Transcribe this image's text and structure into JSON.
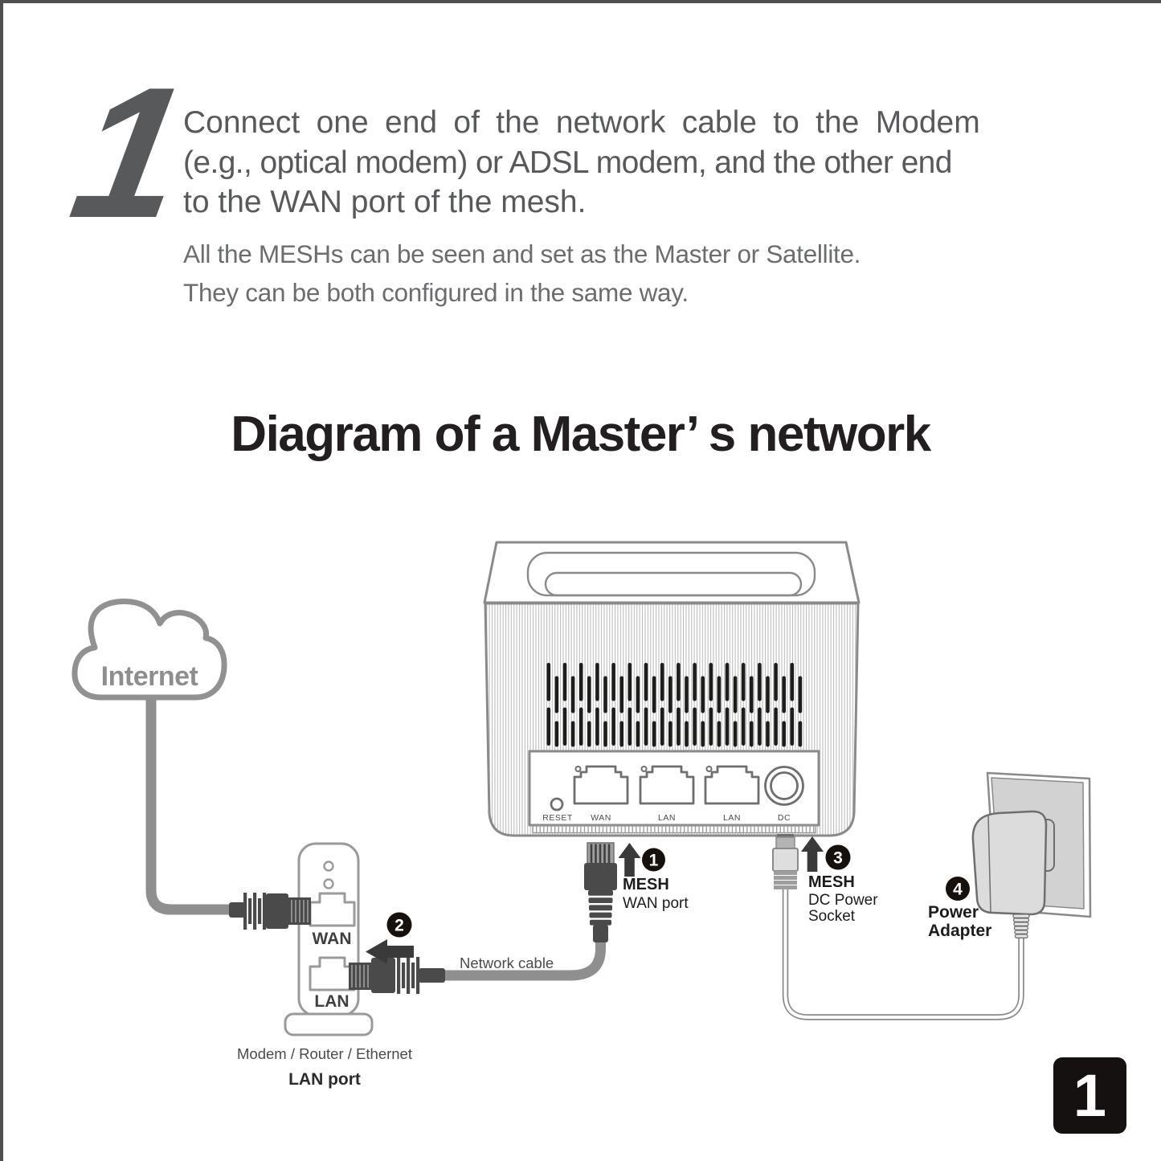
{
  "header": {
    "step_number": "1",
    "instruction_lines": [
      "Connect one end of the network cable to the Modem",
      "(e.g., optical modem) or ADSL modem, and the other end",
      "to the WAN port of the mesh."
    ],
    "note_lines": [
      "All the MESHs can be seen and set as the Master or Satellite.",
      "They can be both configured in the same way."
    ]
  },
  "title": "Diagram of a Master’ s network",
  "diagram": {
    "internet_label": "Internet",
    "network_cable_label": "Network cable",
    "modem": {
      "wan": "WAN",
      "lan": "LAN",
      "caption": "Modem / Router / Ethernet",
      "caption_bold": "LAN port"
    },
    "router": {
      "reset": "RESET",
      "wan": "WAN",
      "lan1": "LAN",
      "lan2": "LAN",
      "dc": "DC"
    },
    "callout1": {
      "num": "1",
      "line1": "MESH",
      "line2": "WAN port"
    },
    "callout2": {
      "num": "2"
    },
    "callout3": {
      "num": "3",
      "line1": "MESH",
      "line2": "DC Power",
      "line3": "Socket"
    },
    "callout4": {
      "num": "4",
      "line1": "Power",
      "line2": "Adapter"
    }
  },
  "footer": {
    "page_number": "1"
  },
  "colors": {
    "body_text": "#58595b",
    "title_text": "#231f20",
    "line_art": "#8f8f8f",
    "connector_dark": "#4a4a4a",
    "vent_slot": "#1d1d1b",
    "callout_badge": "#17110e"
  }
}
